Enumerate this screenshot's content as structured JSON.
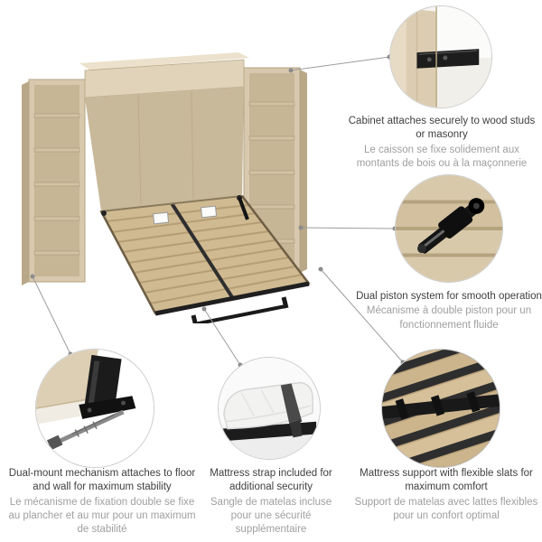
{
  "callouts": [
    {
      "id": "cabinet",
      "title": "Cabinet attaches securely to wood studs or masonry",
      "subtitle": "Le caisson se fixe solidement aux montants de bois ou à la maçonnerie"
    },
    {
      "id": "piston",
      "title": "Dual piston system for smooth operation",
      "subtitle": "Mécanisme à double piston pour un fonctionnement fluide"
    },
    {
      "id": "dual-mount",
      "title": "Dual-mount mechanism attaches to floor and wall for maximum stability",
      "subtitle": "Le mécanisme de fixation double se fixe au plancher et au mur pour un maximum de stabilité"
    },
    {
      "id": "mattress-strap",
      "title": "Mattress strap included for additional security",
      "subtitle": "Sangle de matelas incluse pour une sécurité supplémentaire"
    },
    {
      "id": "slat-support",
      "title": "Mattress support with flexible slats for maximum comfort",
      "subtitle": "Support de matelas avec lattes flexibles pour un confort optimal"
    }
  ],
  "colors": {
    "wood_light": "#d8c9ae",
    "wood_mid": "#c7b696",
    "slat_deck": "#d0ba92",
    "metal_black": "#1c1c1c",
    "text_en": "#3f3f3f",
    "text_fr": "#9f9f9f",
    "connector": "#9c9c9c"
  }
}
